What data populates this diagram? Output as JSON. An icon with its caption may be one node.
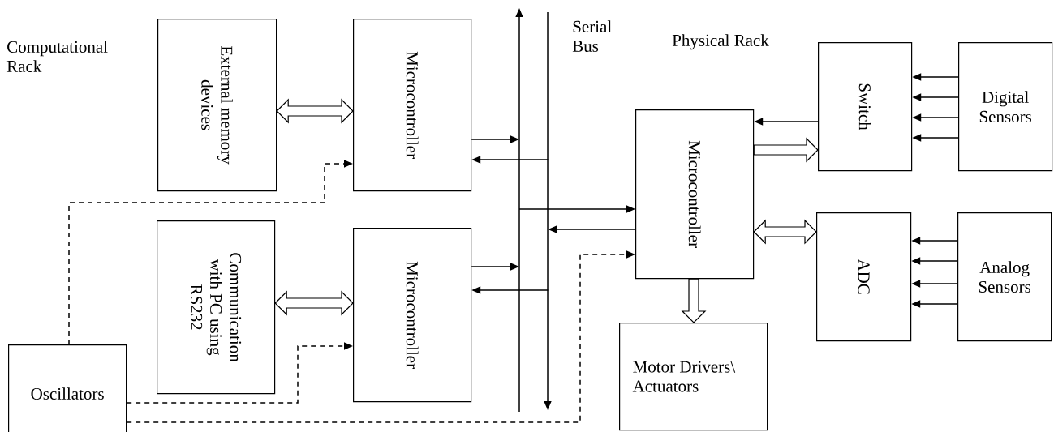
{
  "diagram": {
    "nodes": [
      {
        "text": [
          "External memory devices"
        ]
      },
      {
        "text": [
          "Microcontroller"
        ]
      },
      {
        "text": [
          "Communication with PC using RS232"
        ]
      },
      {
        "text": [
          "Microcontroller"
        ]
      },
      {
        "text": [
          "Oscillators"
        ]
      },
      {
        "text": [],
        "shape": "bar",
        "beside": [
          "Serial Bus"
        ]
      },
      {
        "text": [
          "Microcontroller"
        ]
      },
      {
        "text": [
          "Motor Drivers\\ Actuators"
        ]
      },
      {
        "text": [
          "Switch"
        ]
      },
      {
        "text": [
          "Digital Sensors"
        ]
      },
      {
        "text": [
          "ADC"
        ]
      },
      {
        "text": [
          "Analog Sensors"
        ]
      }
    ],
    "edges": [
      {
        "from": 0,
        "to": 1,
        "arrow": "both",
        "style": "thick"
      },
      {
        "from": 1,
        "to": 5,
        "arrow": "to"
      },
      {
        "from": 5,
        "to": 1,
        "arrow": "to"
      },
      {
        "from": 2,
        "to": 3,
        "arrow": "both",
        "style": "thick"
      },
      {
        "from": 3,
        "to": 5,
        "arrow": "to"
      },
      {
        "from": 5,
        "to": 3,
        "arrow": "to"
      },
      {
        "from": 4,
        "to": 1,
        "arrow": "to",
        "style": "dashed"
      },
      {
        "from": 4,
        "to": 3,
        "arrow": "to",
        "style": "dashed"
      },
      {
        "from": 4,
        "to": 6,
        "arrow": "to",
        "style": "dashed"
      },
      {
        "from": 5,
        "to": 6,
        "arrow": "to"
      },
      {
        "from": 6,
        "to": 5,
        "arrow": "to"
      },
      {
        "from": 6,
        "to": 7,
        "arrow": "to",
        "style": "thick"
      },
      {
        "from": 8,
        "to": 6,
        "arrow": "to"
      },
      {
        "from": 6,
        "to": 8,
        "arrow": "to",
        "style": "thick"
      },
      {
        "from": 6,
        "to": 10,
        "arrow": "both",
        "style": "thick"
      },
      {
        "from": 9,
        "to": 8,
        "arrow": "to"
      },
      {
        "from": 9,
        "to": 8,
        "arrow": "to"
      },
      {
        "from": 9,
        "to": 8,
        "arrow": "to"
      },
      {
        "from": 9,
        "to": 8,
        "arrow": "to"
      },
      {
        "from": 11,
        "to": 10,
        "arrow": "to"
      },
      {
        "from": 11,
        "to": 10,
        "arrow": "to"
      },
      {
        "from": 11,
        "to": 10,
        "arrow": "to"
      },
      {
        "from": 11,
        "to": 10,
        "arrow": "to"
      }
    ],
    "labels": [
      "Computational Rack",
      "Physical Rack"
    ]
  }
}
